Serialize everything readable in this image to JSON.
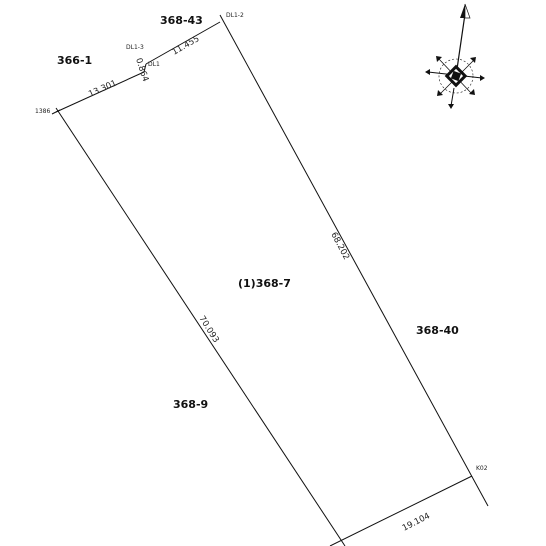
{
  "lots": {
    "subject": "(1)368-7",
    "north": "368-43",
    "northwest": "366-1",
    "east": "368-40",
    "west": "368-9"
  },
  "dimensions": {
    "northwest_side": "13.301",
    "north_side": "11.455",
    "jog": "0.864",
    "east_side": "68.202",
    "west_side": "70.093",
    "south_side": "19.104"
  },
  "points": {
    "dl1_2": "DL1-2",
    "dl1_3": "DL1-3",
    "dl1": "DL1",
    "p1386": "1386",
    "k02": "K02"
  },
  "compass": {
    "icon": "north-arrow-icon"
  }
}
